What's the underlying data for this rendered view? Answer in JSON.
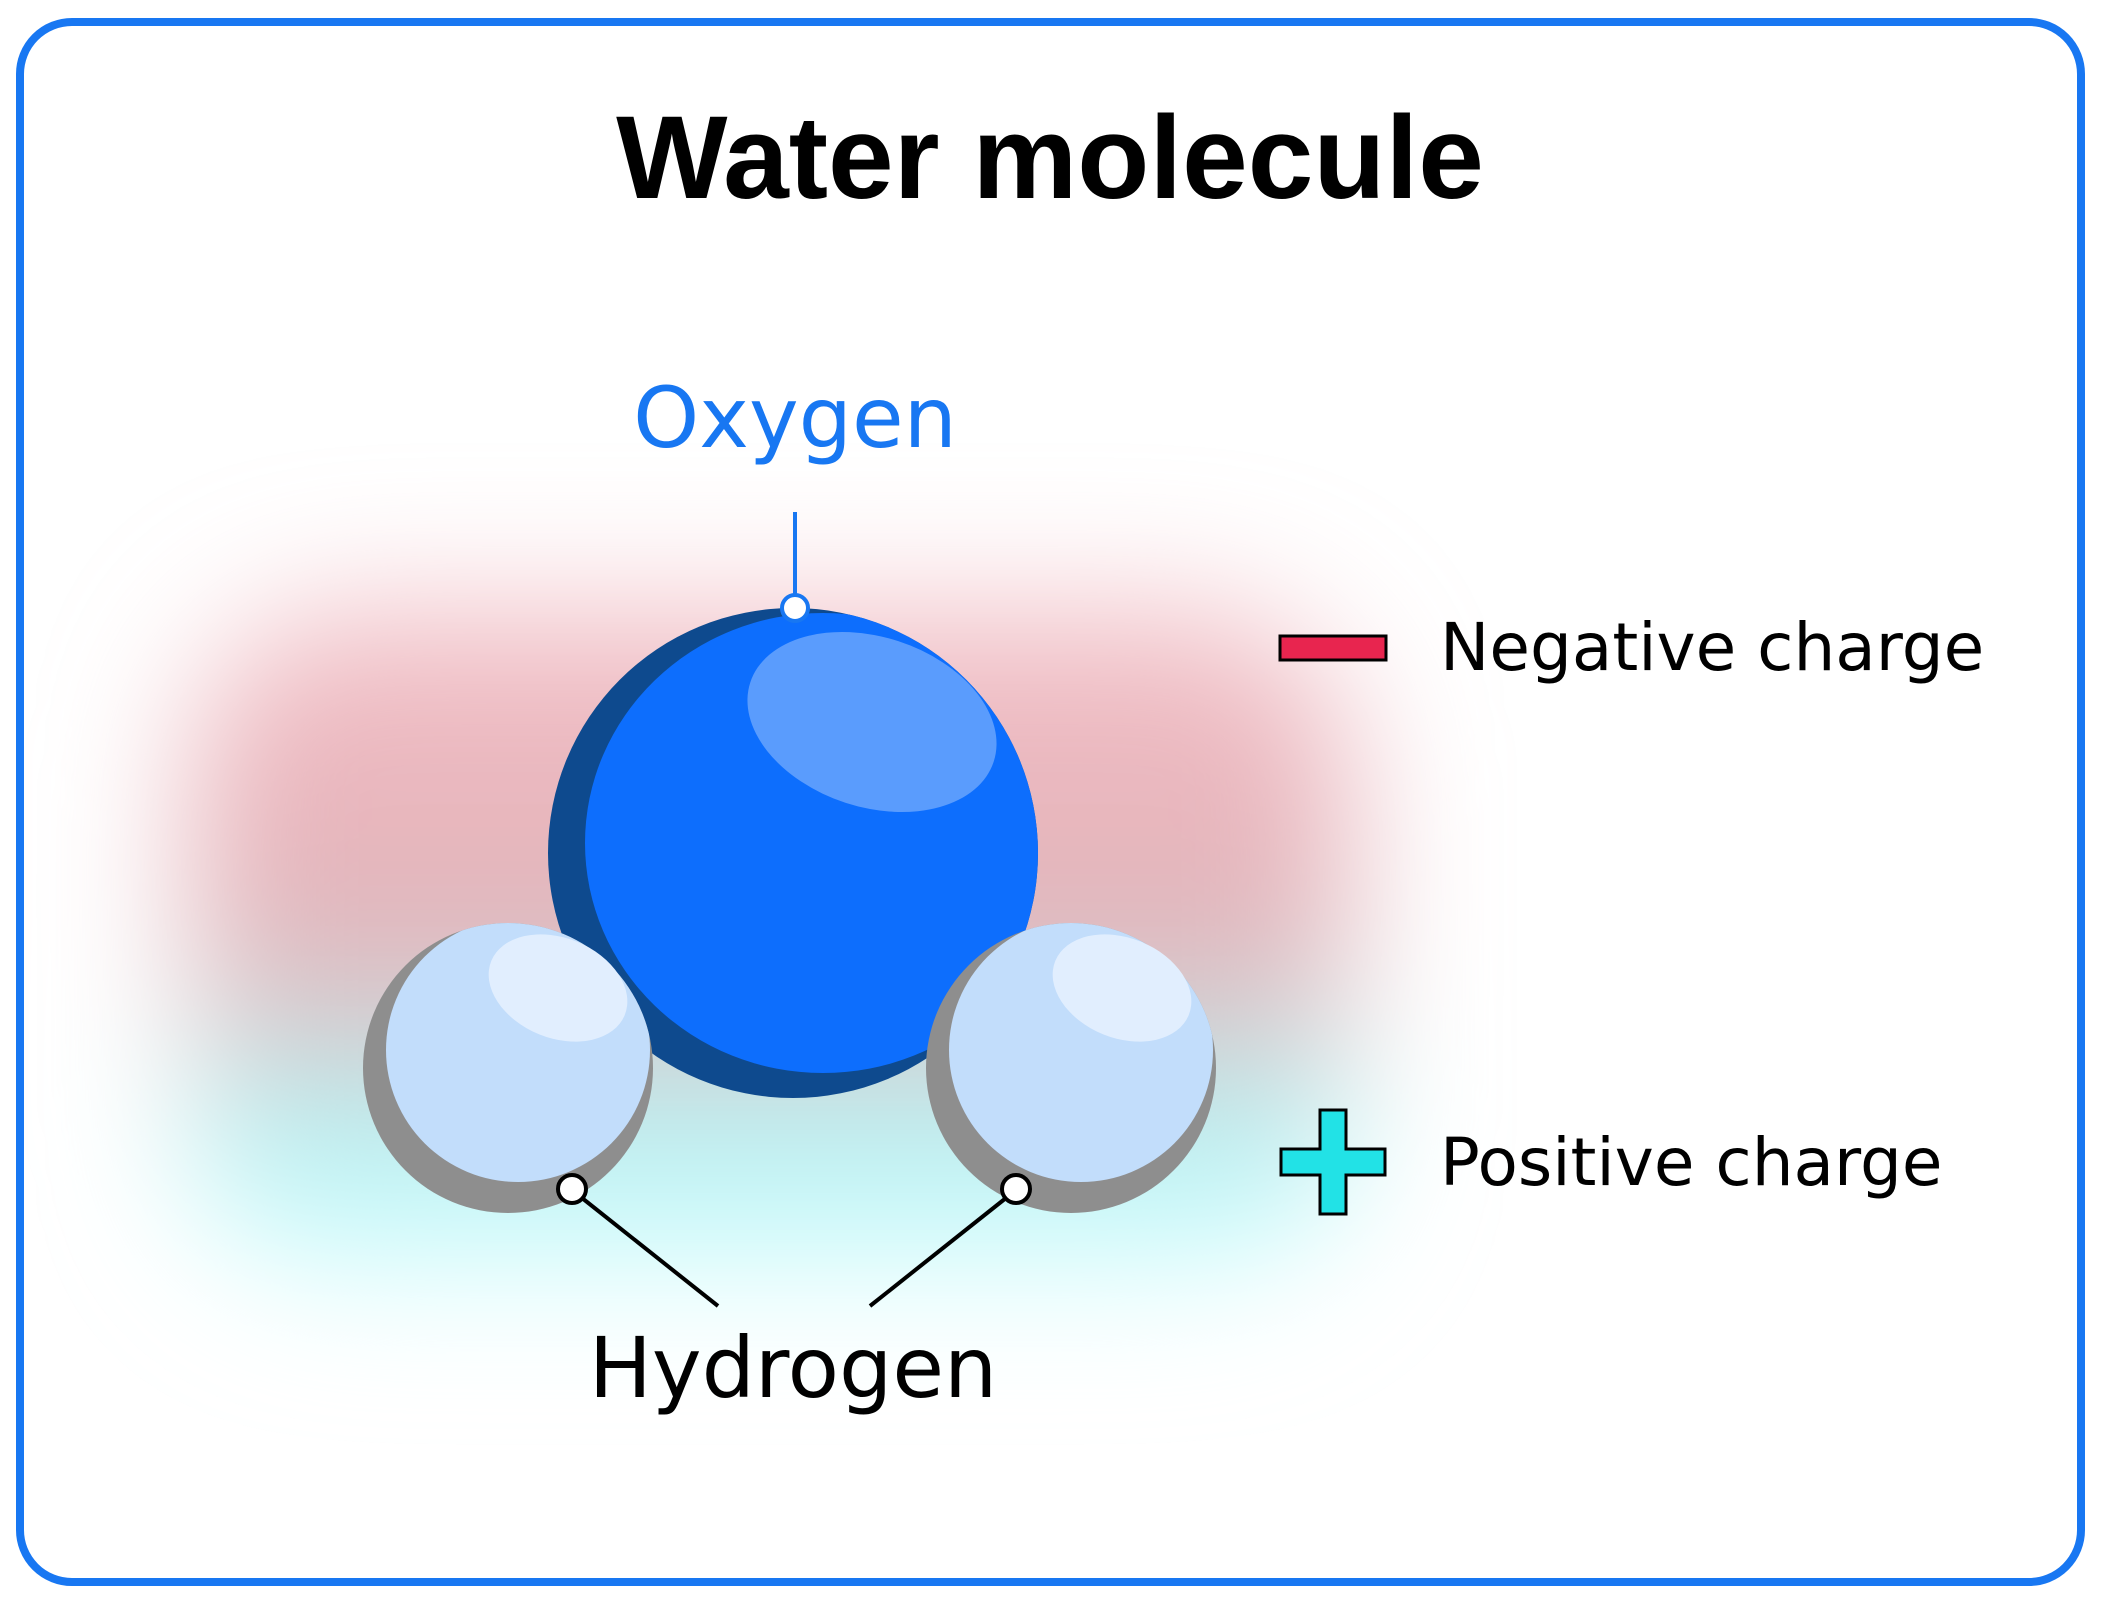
{
  "title": "Water molecule",
  "labels": {
    "oxygen": "Oxygen",
    "hydrogen": "Hydrogen"
  },
  "legend": [
    {
      "symbol": "minus",
      "label": "Negative charge",
      "color": "#E8254F"
    },
    {
      "symbol": "plus",
      "label": "Positive charge",
      "color": "#22E2E6"
    }
  ],
  "colors": {
    "frame": "#1877F2",
    "oxygen_fill": "#0D6EFD",
    "oxygen_shadow": "#0E4A8E",
    "oxygen_highlight": "#5A9CFD",
    "hydrogen_fill": "#C2DDFB",
    "hydrogen_shadow": "#8E8E8E",
    "hydrogen_highlight": "#E1EEFE",
    "oxygen_label": "#1877F2",
    "negative_cloud": "#E8A4AE",
    "positive_cloud": "#8EF6F7"
  }
}
